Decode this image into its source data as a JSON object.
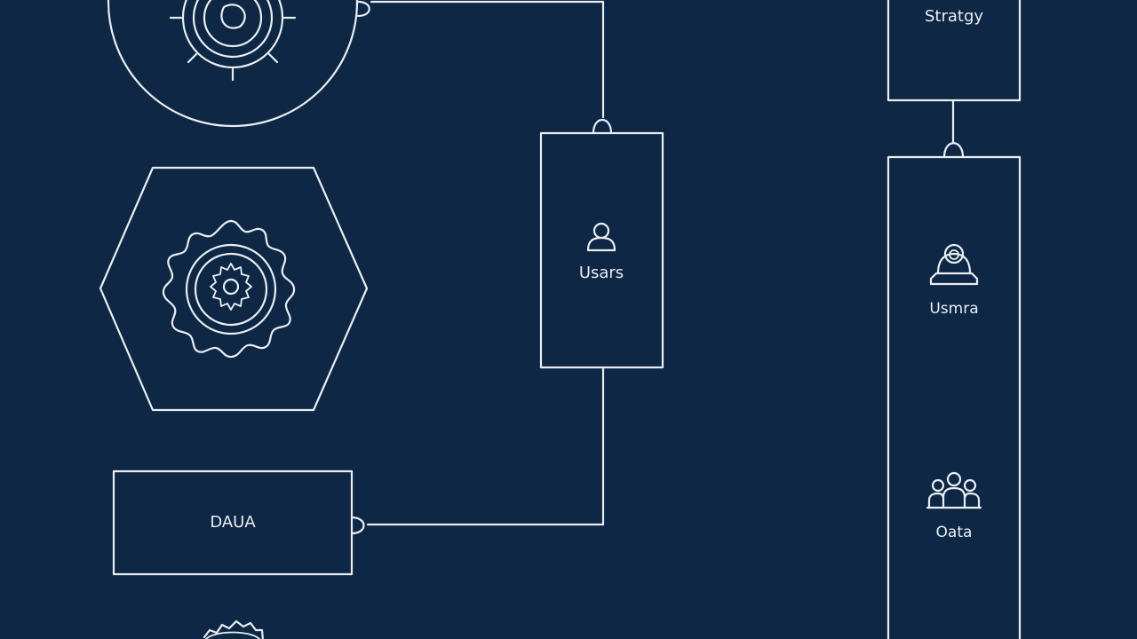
{
  "diagram": {
    "nodes": {
      "top_gear_circle": {
        "label": "",
        "icon": "gear-icon"
      },
      "hex_gear": {
        "label": "",
        "icon": "gear-icon"
      },
      "data_box": {
        "label": "DAUA"
      },
      "bottom_gear": {
        "label": "",
        "icon": "gear-icon"
      },
      "users_box": {
        "label": "Usars",
        "icon": "user-icon"
      },
      "strategy_box": {
        "label": "Stratgy"
      },
      "tall_box": {
        "items": [
          {
            "label": "Usmra",
            "icon": "user-badge-icon"
          },
          {
            "label": "Oata",
            "icon": "users-group-icon"
          }
        ]
      }
    },
    "connectors": [
      {
        "from": "top_gear_circle",
        "to": "users_box"
      },
      {
        "from": "users_box",
        "to": "data_box"
      },
      {
        "from": "strategy_box",
        "to": "tall_box"
      }
    ],
    "colors": {
      "background": "#0d2744",
      "stroke": "#e9eef3",
      "text": "#e9eef3"
    }
  }
}
